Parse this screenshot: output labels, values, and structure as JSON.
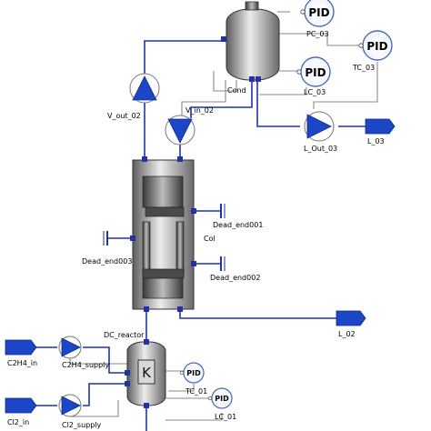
{
  "labels": {
    "pc_03": "PC_03",
    "tc_03": "TC_03",
    "lc_03": "LC_03",
    "cond": "Cond",
    "v_out_02": "V_out_02",
    "v_in_02": "V_in_02",
    "l_out_03": "L_Out_03",
    "l_03": "L_03",
    "dead_end001": "Dead_end001",
    "col": "Col",
    "dead_end003": "Dead_end003",
    "dead_end002": "Dead_end002",
    "l_02": "L_02",
    "dc_reactor": "DC_reactor",
    "c2h4_in": "C2H4_in",
    "c2h4_supply": "C2H4_supply",
    "cl2_in": "Cl2_in",
    "cl2_supply": "Cl2_supply",
    "tc_01": "TC_01",
    "lc_01": "LC_01"
  },
  "controllers": {
    "pid_text": "PID"
  },
  "reactor": {
    "mark": "K"
  },
  "colors": {
    "pipe": "#2233aa",
    "signal": "#8a8a8a",
    "port": "#2233aa",
    "pump_fill": "#1d46c6",
    "vessel_gradient": [
      "#6e6e6e",
      "#e6e6e6",
      "#7a7a7a"
    ]
  }
}
